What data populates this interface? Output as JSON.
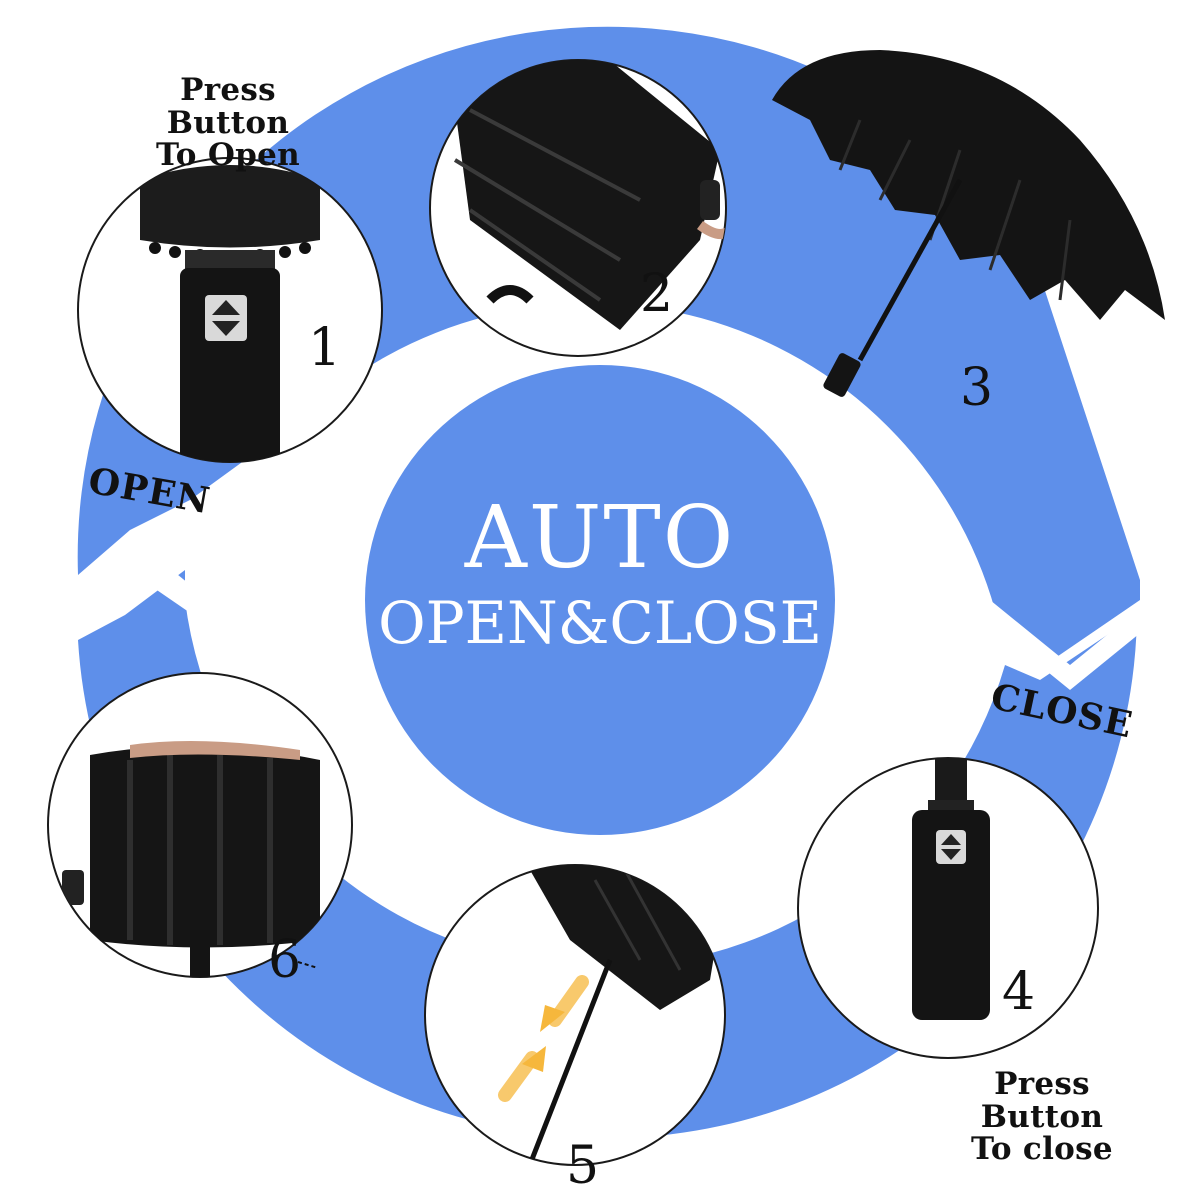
{
  "center": {
    "line1": "AUTO",
    "line2": "OPEN&CLOSE"
  },
  "captions": {
    "open": {
      "line1": "Press Button",
      "line2": "To Open"
    },
    "close": {
      "line1": "Press Button",
      "line2": "To close"
    }
  },
  "side_labels": {
    "open": "OPEN",
    "close": "CLOSE"
  },
  "steps": [
    {
      "number": "1",
      "icon": "umbrella-button-handle-icon"
    },
    {
      "number": "2",
      "icon": "umbrella-opening-icon"
    },
    {
      "number": "3",
      "icon": "umbrella-open-icon"
    },
    {
      "number": "4",
      "icon": "folded-umbrella-handle-icon"
    },
    {
      "number": "5",
      "icon": "umbrella-collapse-push-icon"
    },
    {
      "number": "6",
      "icon": "umbrella-press-closed-icon"
    }
  ],
  "colors": {
    "ring": "#5e8fea",
    "center": "#5e8fea",
    "arrow_accent": "#f6b73c"
  }
}
